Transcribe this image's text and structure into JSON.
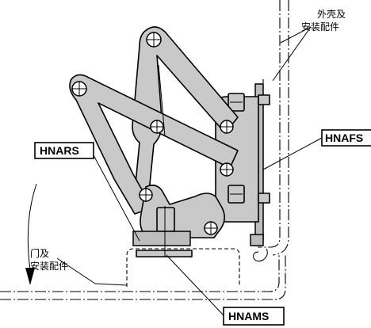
{
  "labels": {
    "housing_line1": "外壳及",
    "housing_line2": "安装配件",
    "door_line1": "门及",
    "door_line2": "安装配件"
  },
  "parts": {
    "frame_side": "HNAFS",
    "arm_side": "HNARS",
    "mount_side": "HNAMS"
  }
}
